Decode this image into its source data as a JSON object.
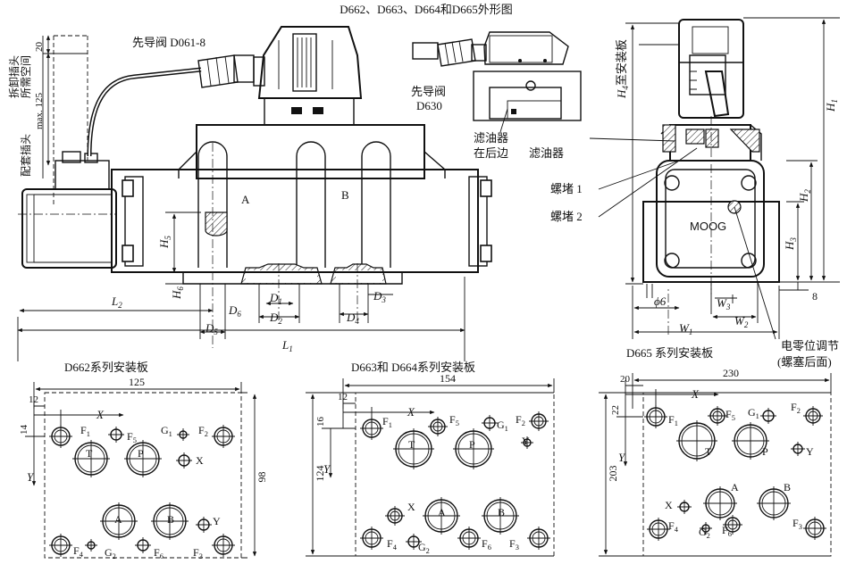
{
  "title": "D662、D663、D664和D665外形图",
  "labels": {
    "pilot_d061": "先导阀 D061-8",
    "pilot_d630_line1": "先导阀",
    "pilot_d630_line2": "D630",
    "filter_behind_line1": "滤油器",
    "filter_behind_line2": "在后边",
    "filter": "滤油器",
    "plug1": "螺堵 1",
    "plug2": "螺堵 2",
    "h4_install": "至安装板",
    "plug_space_line1": "拆卸插头",
    "plug_space_line2": "所需空间",
    "mating_plug": "配套插头",
    "max125": "max. 125",
    "dim20": "20",
    "moog": "MOOG",
    "port_a": "A",
    "port_b": "B",
    "zero_adjust_line1": "电零位调节",
    "zero_adjust_line2": "(螺塞后面)",
    "phi6": "ϕ6",
    "dim8": "8",
    "dims": {
      "H1": "H",
      "H1_sub": "1",
      "H2": "H",
      "H2_sub": "2",
      "H3": "H",
      "H3_sub": "3",
      "H4": "H",
      "H4_sub": "4",
      "H5": "H",
      "H5_sub": "5",
      "H6": "H",
      "H6_sub": "6",
      "L1": "L",
      "L1_sub": "1",
      "L2": "L",
      "L2_sub": "2",
      "W1": "W",
      "W1_sub": "1",
      "W2": "W",
      "W2_sub": "2",
      "W3": "W",
      "W3_sub": "3",
      "D1": "D",
      "D1_sub": "1",
      "D2": "D",
      "D2_sub": "2",
      "D3": "D",
      "D3_sub": "3",
      "D4": "D",
      "D4_sub": "4",
      "D5": "D",
      "D5_sub": "5",
      "D6": "D",
      "D6_sub": "6"
    }
  },
  "plates": [
    {
      "title": "D662系列安装板",
      "width": "125",
      "height": "98",
      "off_x": "12",
      "off_y": "14",
      "axis_x": "X",
      "axis_y": "Y",
      "ports": [
        "F",
        "F",
        "G",
        "F",
        "T",
        "P",
        "X",
        "A",
        "B",
        "Y",
        "F",
        "G",
        "F",
        "F"
      ],
      "subs": [
        "1",
        "5",
        "1",
        "2",
        "",
        "",
        "",
        "",
        "",
        "",
        "4",
        "2",
        "6",
        "3"
      ]
    },
    {
      "title": "D663和 D664系列安装板",
      "width": "154",
      "height": "124",
      "off_x": "12",
      "off_y": "16",
      "axis_x": "X",
      "axis_y": "Y",
      "ports": [
        "F",
        "F",
        "G",
        "F",
        "T",
        "P",
        "Y",
        "X",
        "A",
        "B",
        "F",
        "G",
        "F",
        "F"
      ],
      "subs": [
        "1",
        "5",
        "1",
        "2",
        "",
        "",
        "",
        "",
        "",
        "",
        "4",
        "2",
        "6",
        "3"
      ]
    },
    {
      "title": "D665 系列安装板",
      "width": "230",
      "height": "203",
      "off_x": "20",
      "off_y": "22",
      "axis_x": "X",
      "axis_y": "Y",
      "ports": [
        "F",
        "F",
        "G",
        "F",
        "T",
        "P",
        "Y",
        "A",
        "B",
        "X",
        "F",
        "G",
        "F",
        "F"
      ],
      "subs": [
        "1",
        "5",
        "1",
        "2",
        "",
        "",
        "",
        "",
        "",
        "",
        "4",
        "2",
        "6",
        "3"
      ]
    }
  ]
}
